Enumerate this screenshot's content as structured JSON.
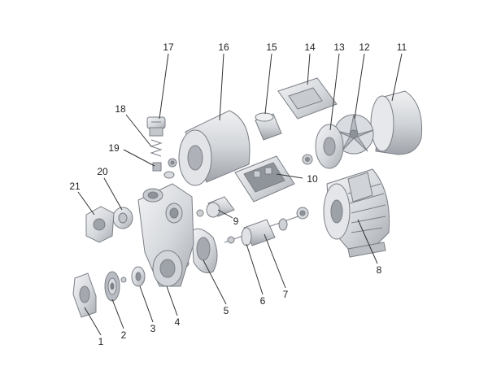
{
  "diagram": {
    "callouts": [
      "1",
      "2",
      "3",
      "4",
      "5",
      "6",
      "7",
      "8",
      "9",
      "10",
      "11",
      "12",
      "13",
      "14",
      "15",
      "16",
      "17",
      "18",
      "19",
      "20",
      "21"
    ],
    "colors": {
      "part_fill": "#e3e5e8",
      "part_shade": "#c7cacf",
      "part_dark": "#9da1a8",
      "outline": "#7b7f86",
      "label": "#222222"
    }
  }
}
